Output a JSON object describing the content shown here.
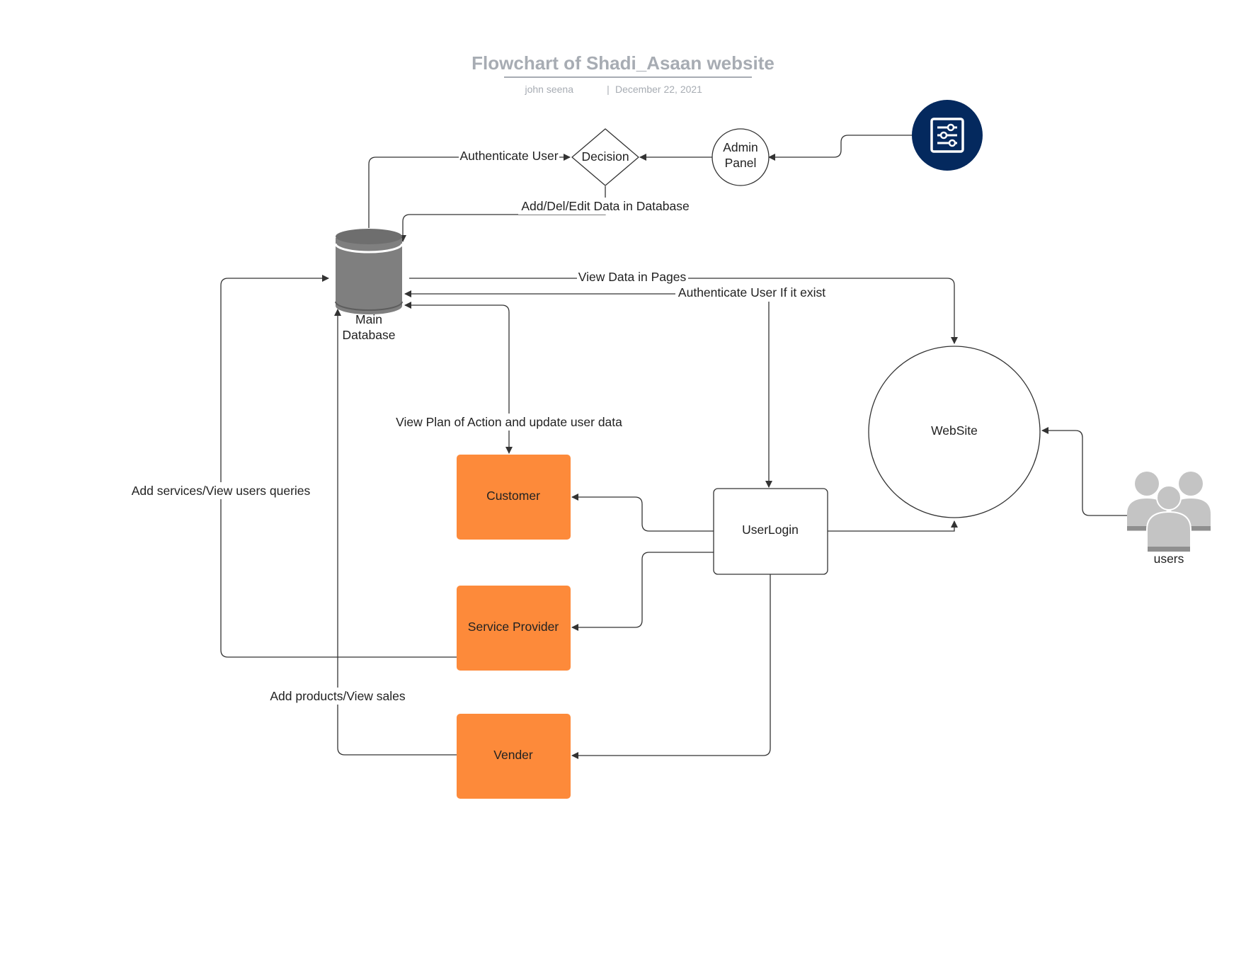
{
  "header": {
    "title": "Flowchart of Shadi_Asaan website",
    "author": "john seena",
    "separator": "|",
    "date": "December 22, 2021"
  },
  "nodes": {
    "decision": "Decision",
    "admin_panel_line1": "Admin",
    "admin_panel_line2": "Panel",
    "database_line1": "Main",
    "database_line2": "Database",
    "website": "WebSite",
    "user_login": "UserLogin",
    "customer": "Customer",
    "service_provider": "Service Provider",
    "vender": "Vender",
    "users": "users"
  },
  "edges": {
    "authenticate_user": "Authenticate User",
    "add_del_edit": "Add/Del/Edit Data in Database",
    "view_data_pages": "View Data in Pages",
    "authenticate_if_exist": "Authenticate User If it exist",
    "view_plan": "View Plan of Action and update user data",
    "add_services": "Add services/View users queries",
    "add_products": "Add products/View sales"
  },
  "colors": {
    "orange": "#fd8a3a",
    "navy": "#04295e",
    "database": "#7f7f7f",
    "users_icon": "#c4c4c4",
    "title": "#a7acb3"
  },
  "icons": {
    "admin_icon": "sliders-settings-icon",
    "users_icon": "users-group-icon",
    "database_icon": "database-cylinder-icon"
  }
}
